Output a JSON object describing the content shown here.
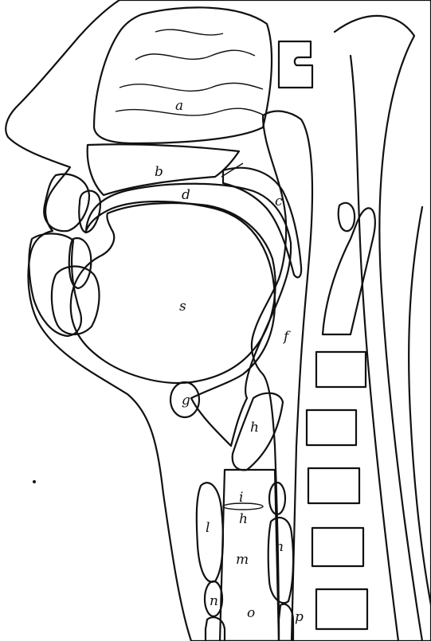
{
  "labels": {
    "a": "a",
    "b": "b",
    "c": "c",
    "d": "d",
    "s": "s",
    "f": "f",
    "g": "g",
    "h_upper": "h",
    "i": "i",
    "h_lower": "h",
    "l": "l",
    "n_right": "n",
    "m": "m",
    "n_lower": "n",
    "o": "o",
    "p": "p"
  }
}
